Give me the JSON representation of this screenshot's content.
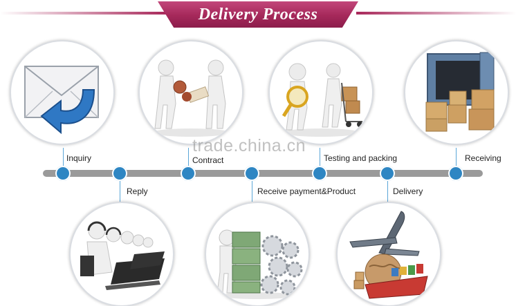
{
  "title": "Delivery Process",
  "steps": [
    {
      "label": "Inquiry"
    },
    {
      "label": "Reply"
    },
    {
      "label": "Contract"
    },
    {
      "label": "Receive payment&Product"
    },
    {
      "label": "Testing and packing"
    },
    {
      "label": "Delivery"
    },
    {
      "label": "Receiving"
    }
  ],
  "watermark": "trade.china.cn",
  "colors": {
    "ribbon": "#a8285a",
    "node": "#2e86c3",
    "timeline": "#9a9a9a"
  },
  "icons": [
    "envelope-reply-icon",
    "handshake-contract-icon",
    "magnifier-cart-icon",
    "warehouse-boxes-icon",
    "call-center-icon",
    "money-gears-icon",
    "plane-ship-globe-icon"
  ]
}
